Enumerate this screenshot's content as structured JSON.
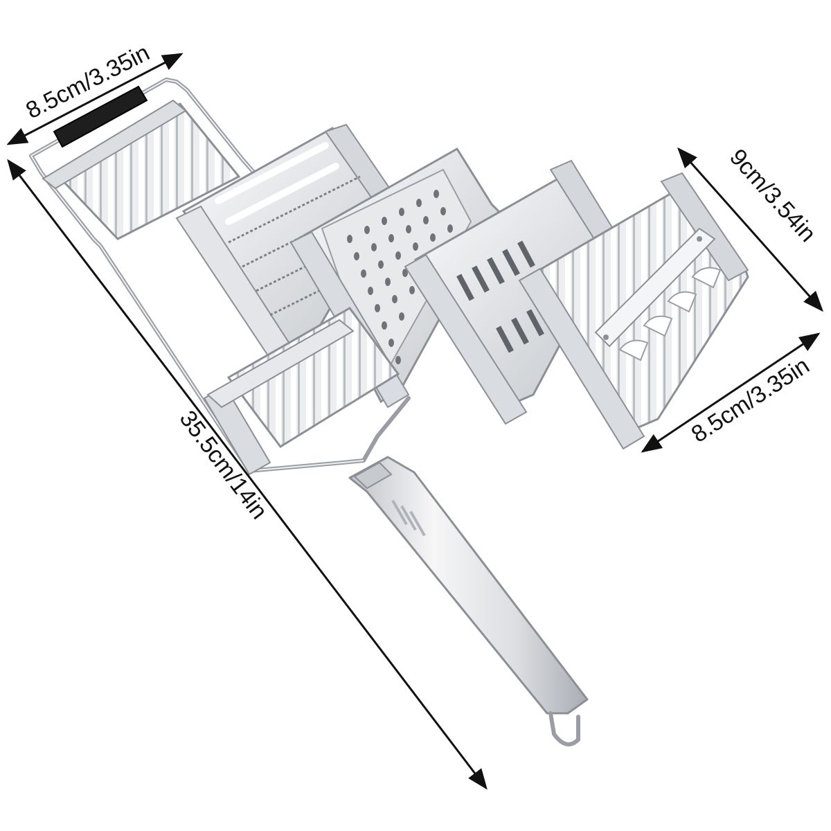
{
  "dimensions": {
    "top_width": "8.5cm/3.35in",
    "length": "35.5cm/14in",
    "blade_height": "9cm/3.54in",
    "blade_width": "8.5cm/3.35in"
  },
  "colors": {
    "steel_light": "#f2f3f5",
    "steel_mid": "#d7d9dd",
    "steel_dark": "#9fa3a9",
    "outline": "#8c9096",
    "grip": "#1e1e1e",
    "arrow": "#111111"
  }
}
